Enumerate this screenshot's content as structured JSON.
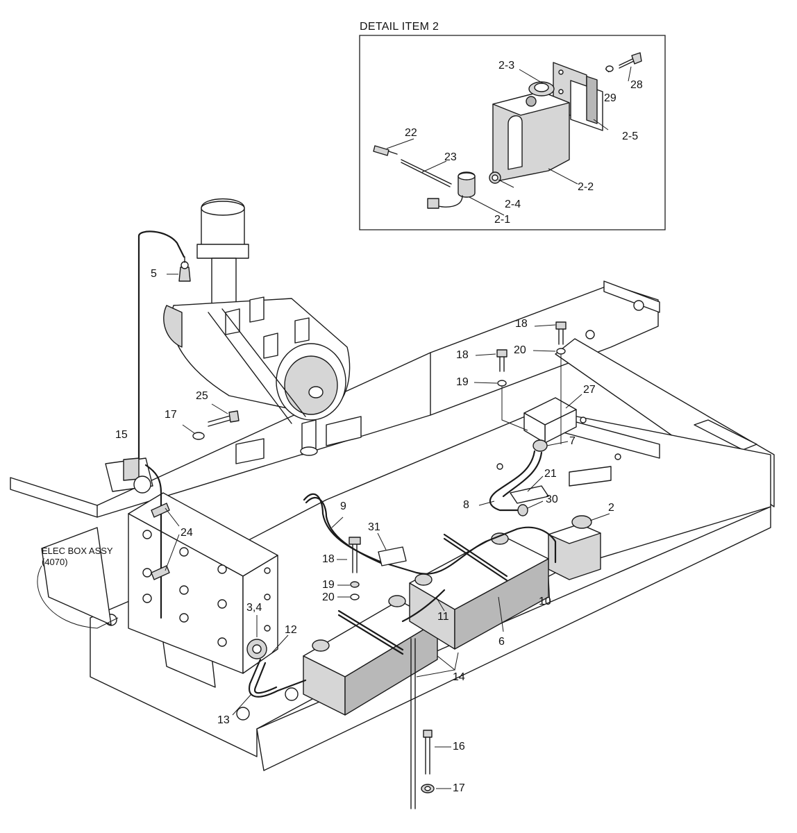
{
  "detail_title": "DETAIL ITEM 2",
  "note": {
    "line1": "ELEC BOX ASSY",
    "line2": "(4070)"
  },
  "callouts": {
    "c2_3": "2-3",
    "c28": "28",
    "c29": "29",
    "c2_5": "2-5",
    "c22": "22",
    "c23": "23",
    "c2_2": "2-2",
    "c2_4": "2-4",
    "c2_1": "2-1",
    "c5": "5",
    "c18a": "18",
    "c18b": "18",
    "c20a": "20",
    "c19a": "19",
    "c27": "27",
    "c7": "7",
    "c25": "25",
    "c17a": "17",
    "c15": "15",
    "c21": "21",
    "c8": "8",
    "c30": "30",
    "c2": "2",
    "c9": "9",
    "c31": "31",
    "c24": "24",
    "c18c": "18",
    "c19b": "19",
    "c20b": "20",
    "c34": "3,4",
    "c12": "12",
    "c11": "11",
    "c6": "6",
    "c10": "10",
    "c14": "14",
    "c13": "13",
    "c16": "16",
    "c17b": "17"
  }
}
